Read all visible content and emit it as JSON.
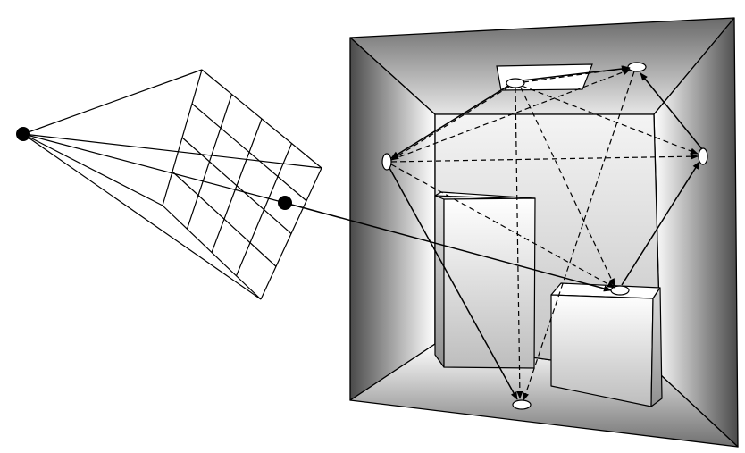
{
  "colors": {
    "stroke": "#000000",
    "background": "#ffffff",
    "wall_light": "#ffffff",
    "wall_dark": "#4a4a4a",
    "floor_dark": "#6e6e6e",
    "back_wall_light": "#f2f2f2",
    "back_wall_dark": "#c4c4c4"
  },
  "elements": {
    "eye_point": "solid-black-dot",
    "image_plane": "4x4-pixel-grid",
    "room": "shaded-box-room",
    "light_source": "ceiling-light-panel",
    "occluders": [
      "tall-box",
      "short-box"
    ],
    "path_styles": [
      "solid-arrow",
      "dashed-arrow"
    ]
  }
}
